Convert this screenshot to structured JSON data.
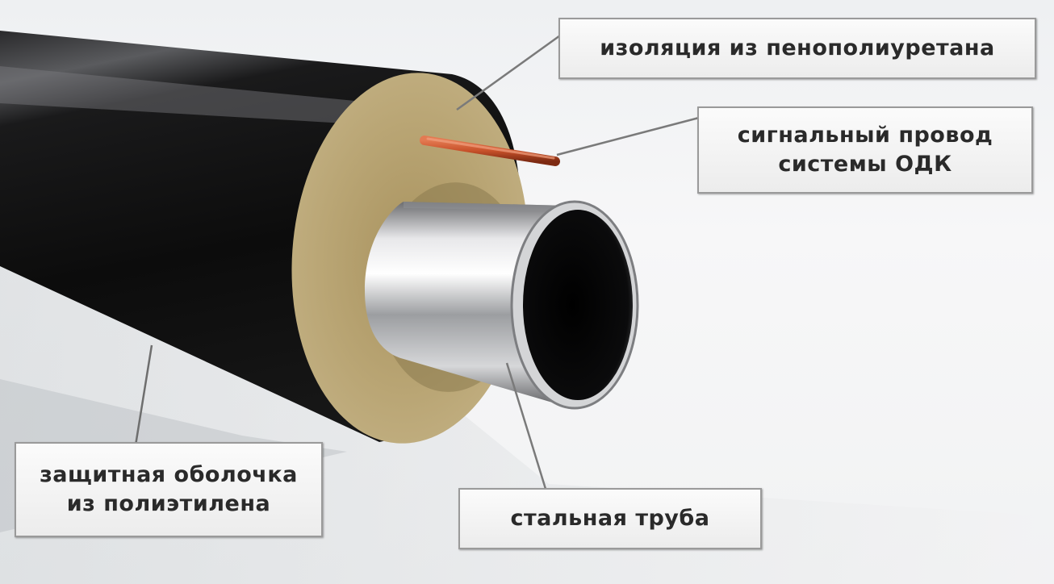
{
  "labels": {
    "insulation": "изоляция из пенополиуретана",
    "signal_wire": "сигнальный провод\nсистемы ОДК",
    "sheath": "защитная оболочка\nиз полиэтилена",
    "steel_pipe": "стальная труба"
  },
  "colors": {
    "outer_sheath": "#121212",
    "foam": "#b7a271",
    "steel": "#c4c4c6",
    "wire": "#c8512a",
    "leader_line": "#7a7a7a",
    "label_text": "#2a2a2a"
  }
}
